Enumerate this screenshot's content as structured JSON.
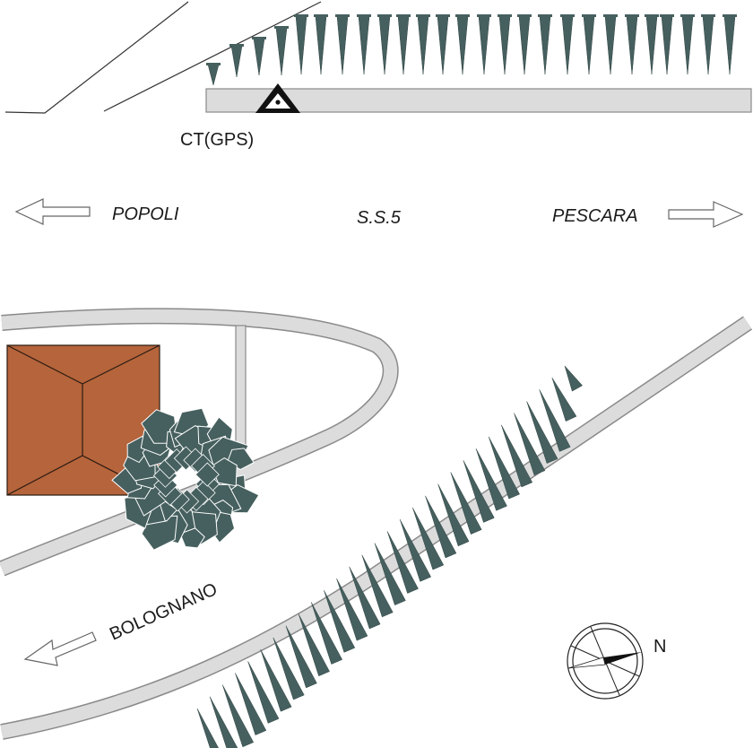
{
  "labels": {
    "station": "CT(GPS)",
    "west_direction": "POPOLI",
    "road": "S.S.5",
    "east_direction": "PESCARA",
    "southwest_direction": "BOLOGNANO",
    "north": "N"
  },
  "colors": {
    "road_fill": "#dcdcdc",
    "road_edge": "#8a8a8a",
    "building": "#b5643b",
    "vegetation": "#46605f",
    "marker": "#111111"
  },
  "icons": {
    "station": "triangle-station-icon",
    "compass": "compass-rose-icon",
    "arrow": "direction-arrow-icon"
  }
}
